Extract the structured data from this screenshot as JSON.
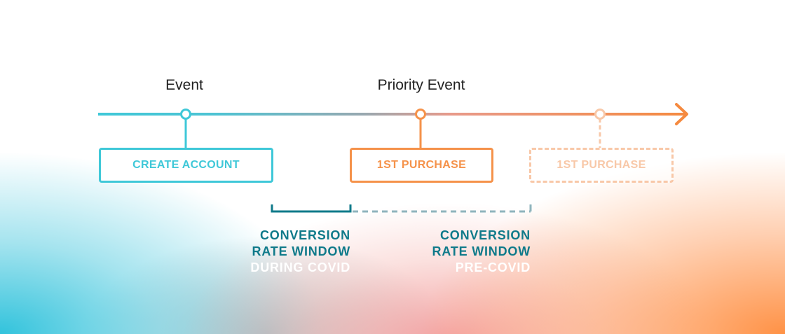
{
  "labels": {
    "event": "Event",
    "priority_event": "Priority Event"
  },
  "boxes": {
    "create_account": "CREATE ACCOUNT",
    "first_purchase": "1ST PURCHASE",
    "first_purchase_pre": "1ST PURCHASE"
  },
  "windows": {
    "during": {
      "line1": "CONVERSION",
      "line2": "RATE WINDOW",
      "line3": "DURING COVID"
    },
    "pre": {
      "line1": "CONVERSION",
      "line2": "RATE WINDOW",
      "line3": "PRE-COVID"
    }
  },
  "colors": {
    "cyan": "#3fc8d8",
    "orange": "#f5924a",
    "teal": "#0f7a8a",
    "faded_orange": "#f8c8a8"
  }
}
